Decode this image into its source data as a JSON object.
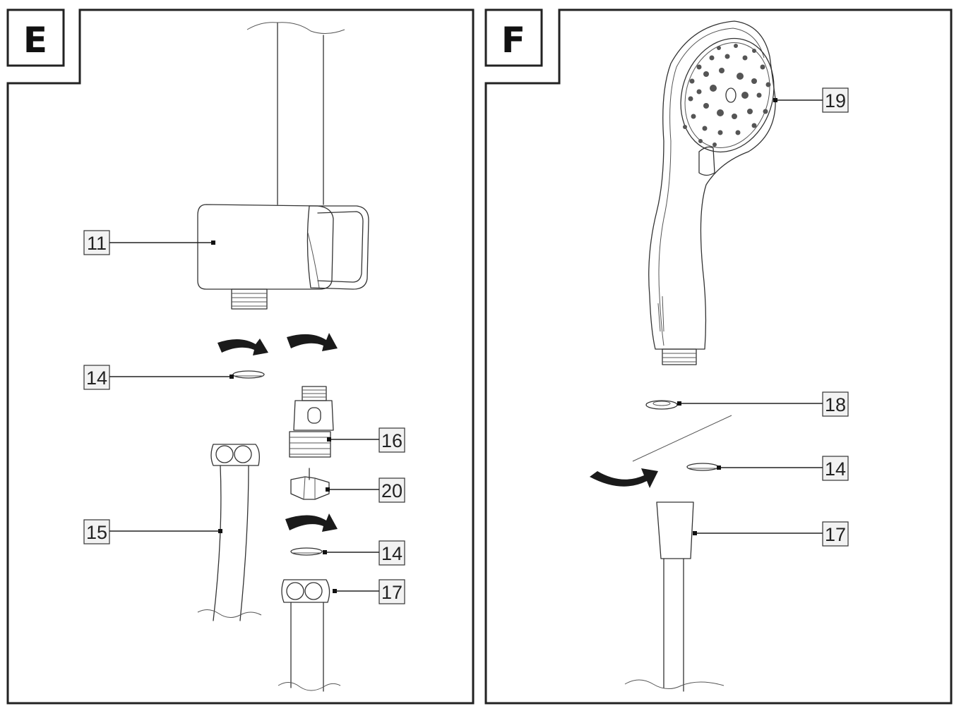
{
  "panels": [
    {
      "letter": "E",
      "labels": [
        {
          "id": "11",
          "text": "11"
        },
        {
          "id": "14a",
          "text": "14"
        },
        {
          "id": "16",
          "text": "16"
        },
        {
          "id": "20",
          "text": "20"
        },
        {
          "id": "15",
          "text": "15"
        },
        {
          "id": "14b",
          "text": "14"
        },
        {
          "id": "17",
          "text": "17"
        }
      ]
    },
    {
      "letter": "F",
      "labels": [
        {
          "id": "19",
          "text": "19"
        },
        {
          "id": "18",
          "text": "18"
        },
        {
          "id": "14",
          "text": "14"
        },
        {
          "id": "17",
          "text": "17"
        }
      ]
    }
  ]
}
